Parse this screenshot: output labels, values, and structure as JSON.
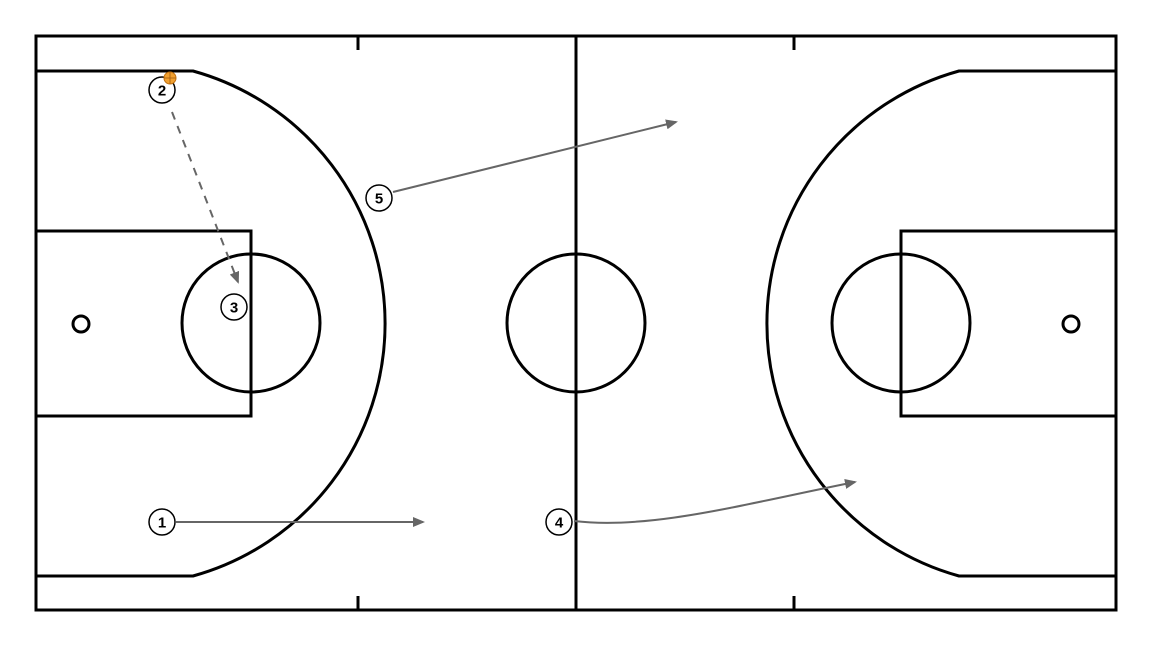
{
  "court": {
    "line_color": "#000000",
    "background": "#ffffff",
    "action_color": "#666666",
    "ball_color": "#f0a030"
  },
  "players": [
    {
      "id": "p1",
      "label": "1"
    },
    {
      "id": "p2",
      "label": "2"
    },
    {
      "id": "p3",
      "label": "3"
    },
    {
      "id": "p4",
      "label": "4"
    },
    {
      "id": "p5",
      "label": "5"
    }
  ],
  "actions": [
    {
      "id": "cut-1",
      "type": "movement",
      "from_player": "1"
    },
    {
      "id": "cut-4",
      "type": "movement",
      "from_player": "4"
    },
    {
      "id": "cut-5",
      "type": "movement",
      "from_player": "5"
    },
    {
      "id": "pass-2-3",
      "type": "pass",
      "from_player": "2",
      "to_player": "3"
    }
  ],
  "ball": {
    "holder": "2",
    "icon": "basketball-icon"
  }
}
